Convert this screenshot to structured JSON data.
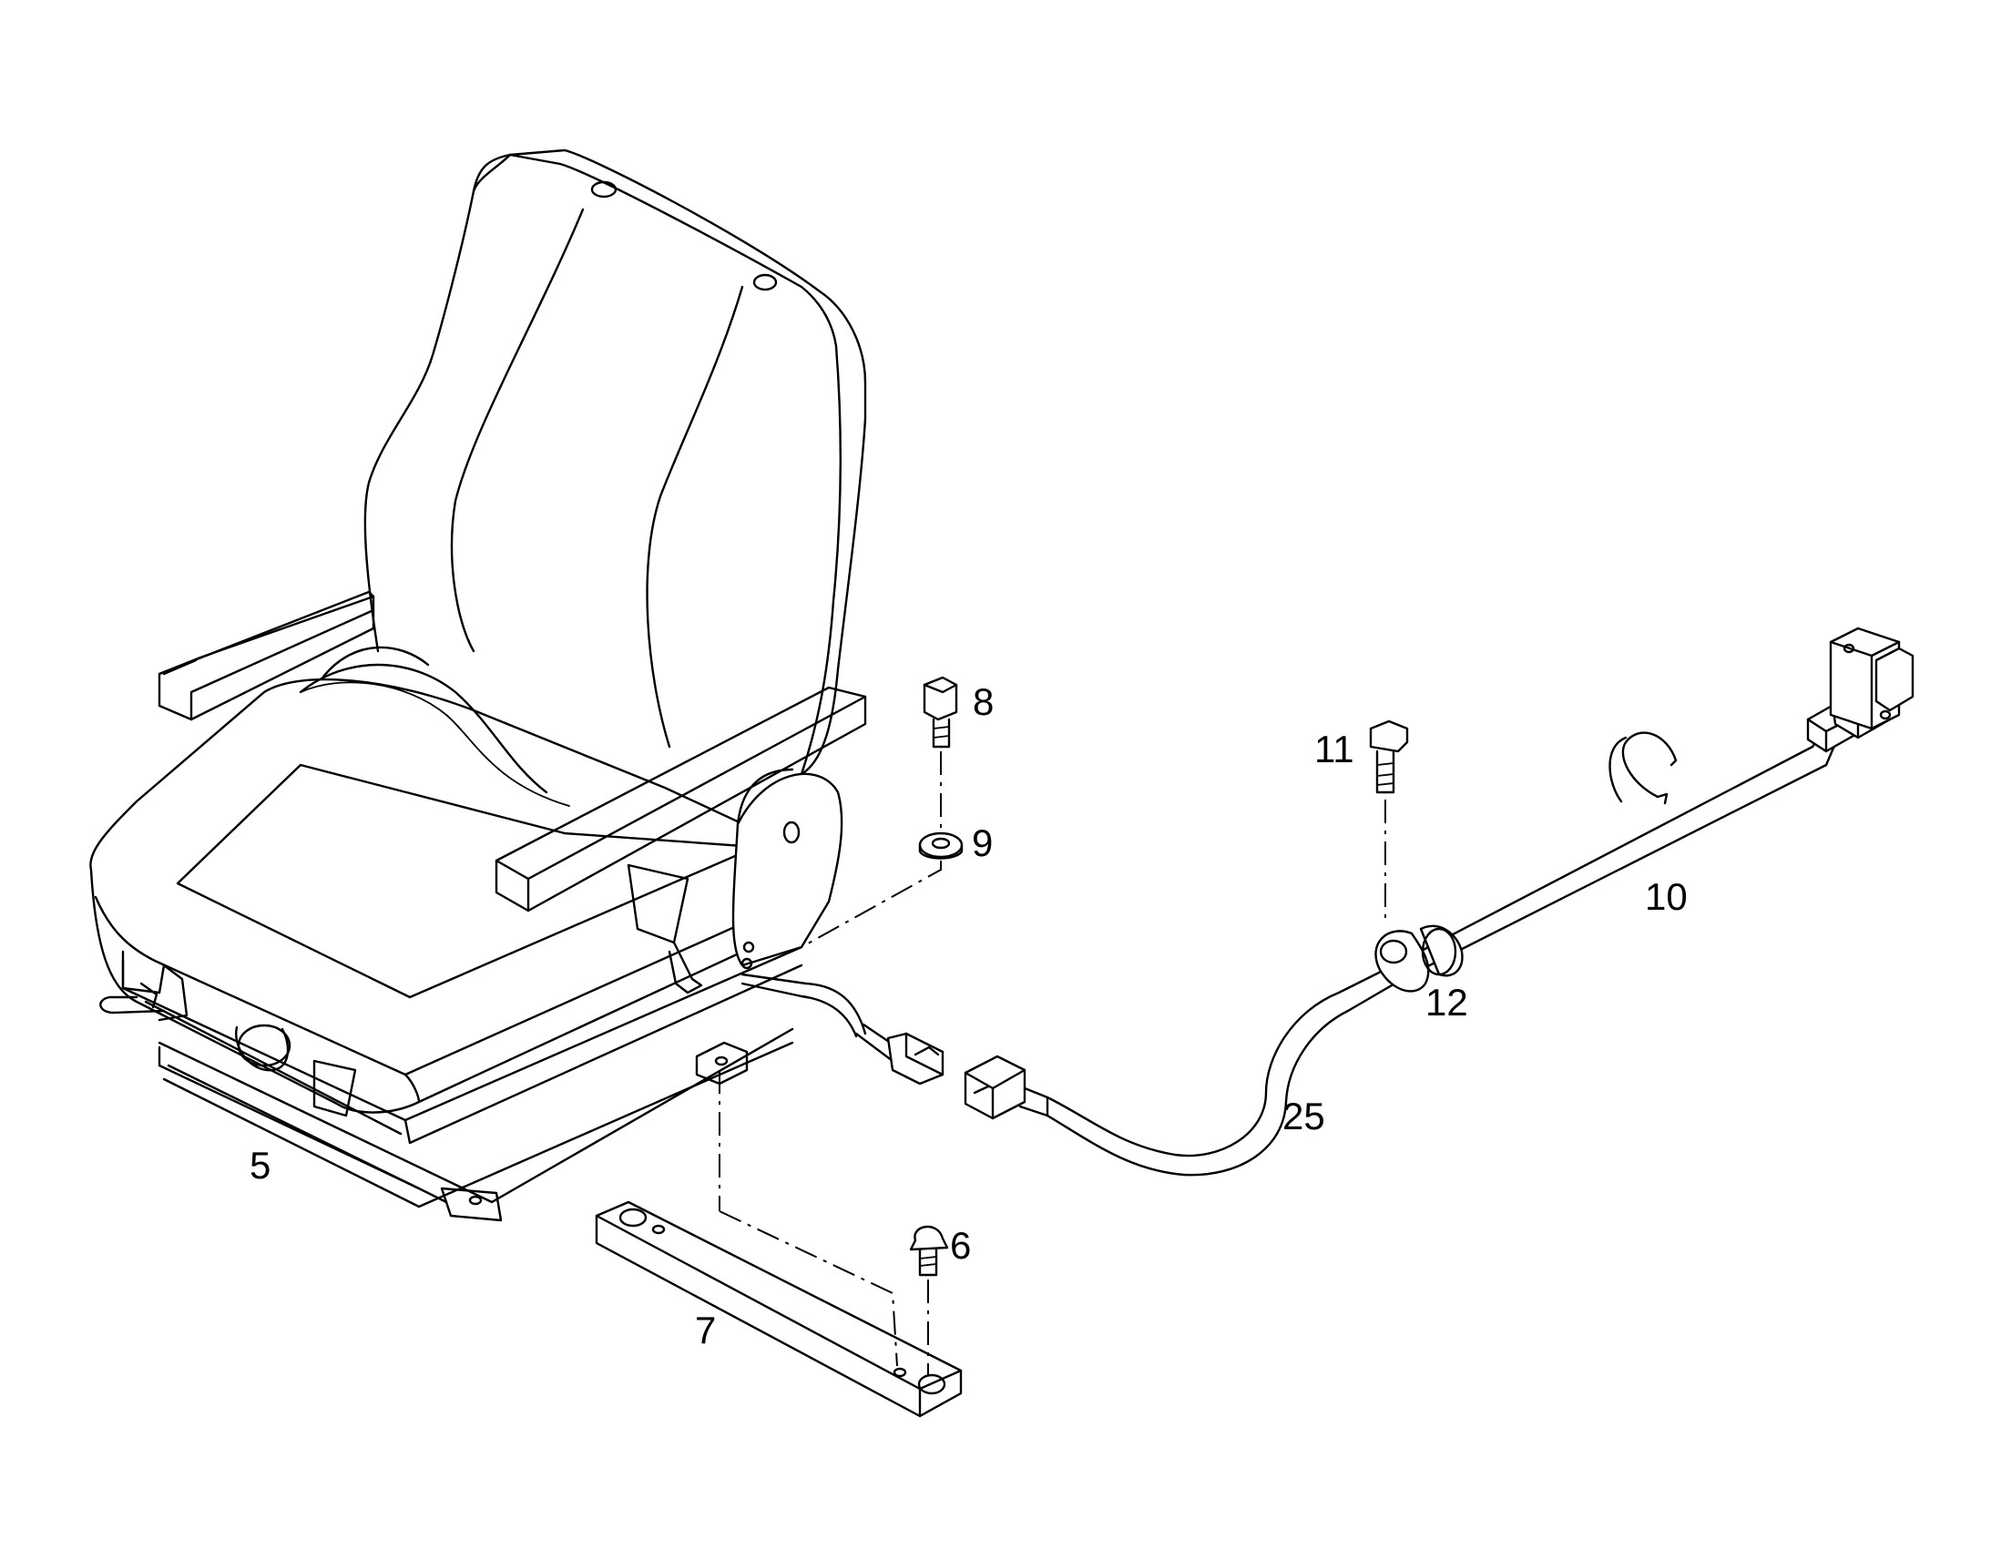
{
  "callouts": {
    "c5": "5",
    "c6": "6",
    "c7": "7",
    "c8": "8",
    "c9": "9",
    "c10": "10",
    "c11": "11",
    "c12": "12",
    "c25": "25"
  },
  "colors": {
    "line": "#000000",
    "background": "#ffffff"
  }
}
